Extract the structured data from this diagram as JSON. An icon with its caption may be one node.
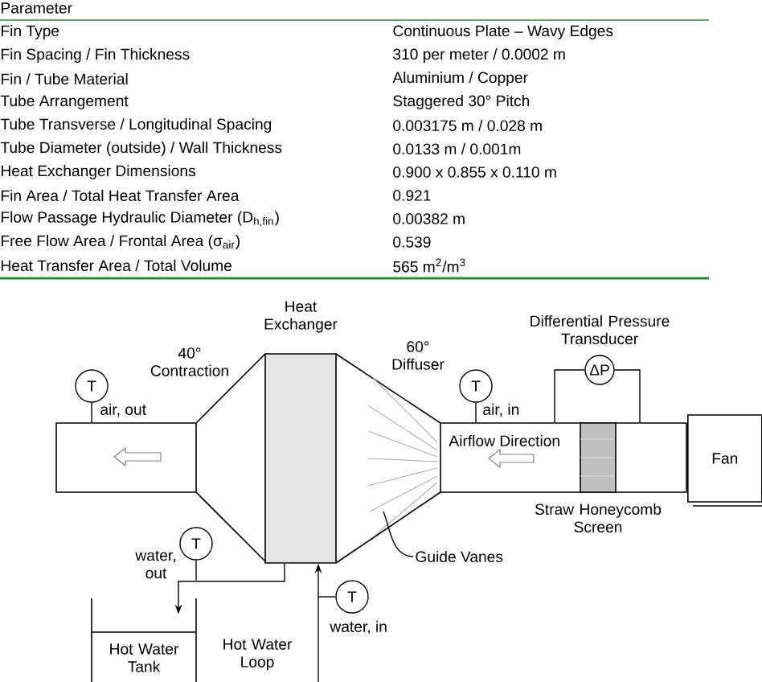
{
  "diagram": {
    "nodes": [
      {
        "text": [
          "T"
        ],
        "beside": [
          "air, out"
        ]
      },
      {
        "text": [],
        "shape": "box"
      },
      {
        "text": [
          "Heat Exchanger"
        ]
      },
      {
        "text": [
          "T"
        ],
        "beside": [
          "air, in"
        ]
      },
      {
        "text": [
          "ΔP"
        ],
        "beside": [
          "Differential Pressure Transducer"
        ]
      },
      {
        "text": [
          "Airflow Direction"
        ]
      },
      {
        "text": [],
        "shape": "box",
        "in": 5,
        "beside": [
          "Straw Honeycomb Screen"
        ]
      },
      {
        "text": [
          "Fan"
        ]
      },
      {
        "text": [
          "T"
        ],
        "beside": [
          "water, out"
        ]
      },
      {
        "text": [
          "Hot Water Tank"
        ]
      },
      {
        "text": [
          "T"
        ],
        "beside": [
          "water, in"
        ]
      },
      {
        "text": [
          "Guide Vanes"
        ]
      },
      {
        "text": [],
        "shape": "lines"
      }
    ],
    "edges": [
      {
        "from": 0,
        "to": 1,
        "arrow": "none"
      },
      {
        "from": 3,
        "to": 5,
        "arrow": "none"
      },
      {
        "from": 4,
        "to": 5,
        "arrow": "none"
      },
      {
        "from": 4,
        "to": 5,
        "arrow": "none"
      },
      {
        "from": 2,
        "to": 9,
        "arrow": "to"
      },
      {
        "from": 8,
        "to": 9,
        "arrow": "none"
      },
      {
        "from": null,
        "to": 2,
        "arrow": "to"
      },
      {
        "from": 10,
        "to": null,
        "arrow": "none"
      },
      {
        "from": 11,
        "to": 12,
        "arrow": "none"
      }
    ],
    "labels": [
      "Parameter",
      "Fin Type",
      "Continuous Plate – Wavy Edges",
      "Fin Spacing / Fin Thickness",
      "310 per meter / 0.0002 m",
      "Fin / Tube Material",
      "Aluminium / Copper",
      "Tube Arrangement",
      "Staggered 30° Pitch",
      "Tube Transverse / Longitudinal Spacing",
      "0.003175 m / 0.028 m",
      "Tube Diameter (outside) / Wall Thickness",
      "0.0133 m / 0.001m",
      "Heat Exchanger Dimensions",
      "0.900 x 0.855 x 0.110 m",
      "Fin Area / Total Heat Transfer Area",
      "0.921",
      "Flow Passage Hydraulic Diameter (D$_{h,fin}$)",
      "0.00382 m",
      "Free Flow Area / Frontal Area (σ$_{air}$)",
      "0.539",
      "Heat Transfer Area / Total Volume",
      "565 m$^{2}$/m$^{3}$",
      "40° Contraction",
      "60° Diffuser",
      "Hot Water Loop"
    ]
  }
}
